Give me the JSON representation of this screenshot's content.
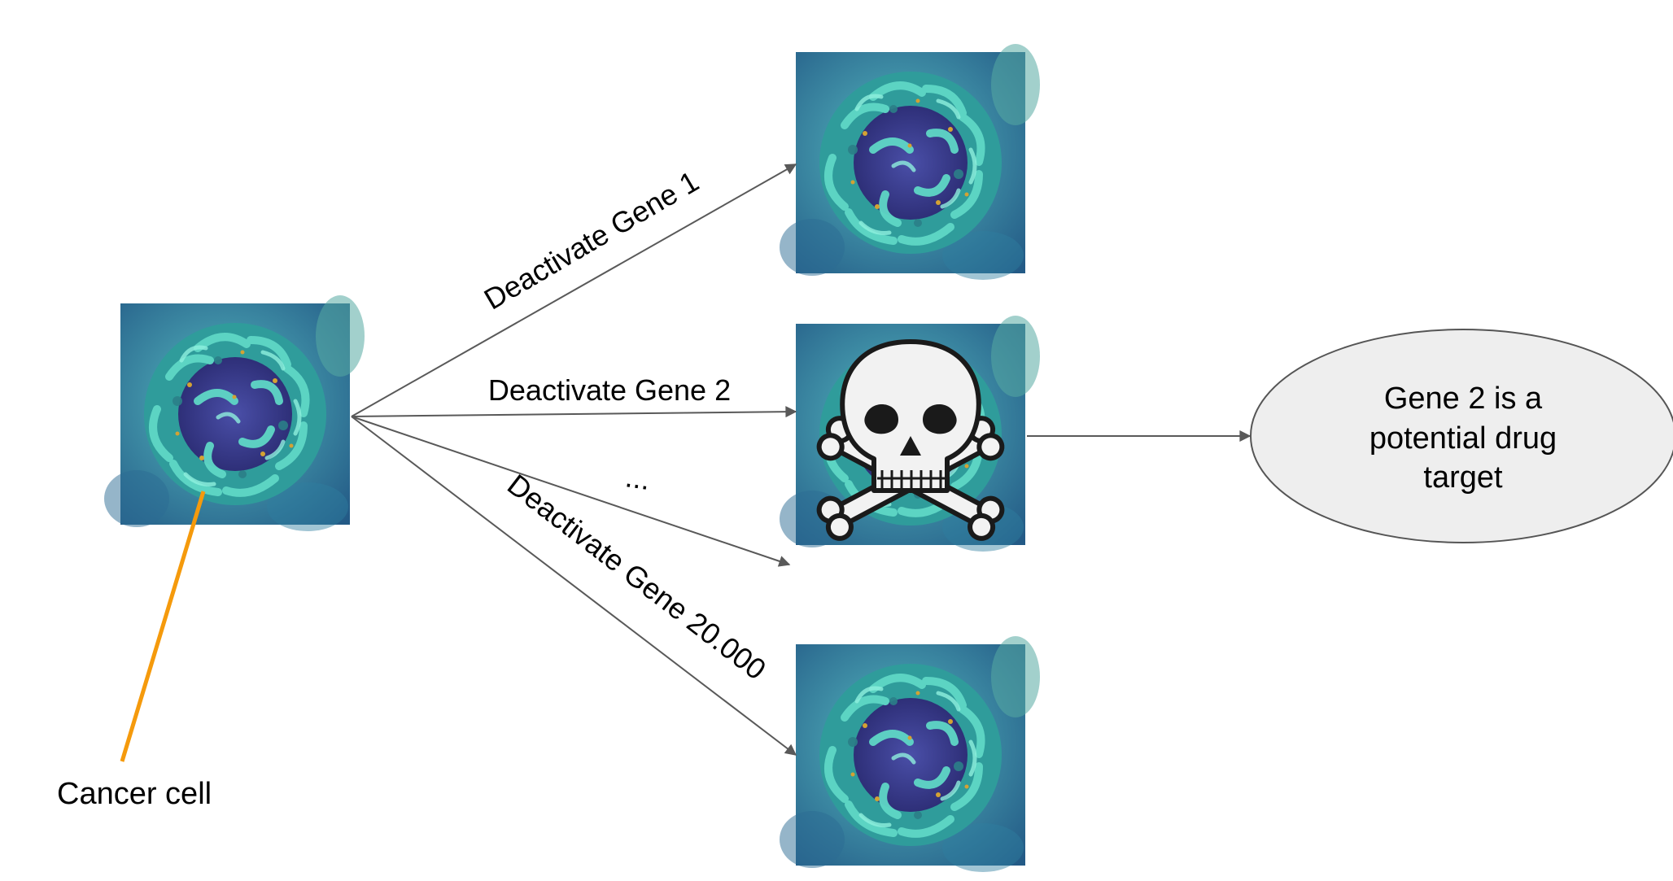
{
  "labels": {
    "gene1": "Deactivate Gene 1",
    "gene2": "Deactivate Gene 2",
    "ellipsis": "...",
    "gene20000": "Deactivate Gene 20.000",
    "cancer_cell": "Cancer cell"
  },
  "result": {
    "line1": "Gene 2 is a",
    "line2": "potential drug",
    "line3": "target"
  },
  "colors": {
    "arrow": "#595959",
    "callout": "#f59a0c",
    "ellipse_fill": "#eeeeee",
    "ellipse_stroke": "#555555",
    "cell_bg": "#3f8fa6",
    "cell_teal": "#43c2b3",
    "cell_nucleus": "#3b3f93"
  },
  "icons": {
    "cell": "cancer-cell-image",
    "dead": "skull-and-crossbones"
  }
}
